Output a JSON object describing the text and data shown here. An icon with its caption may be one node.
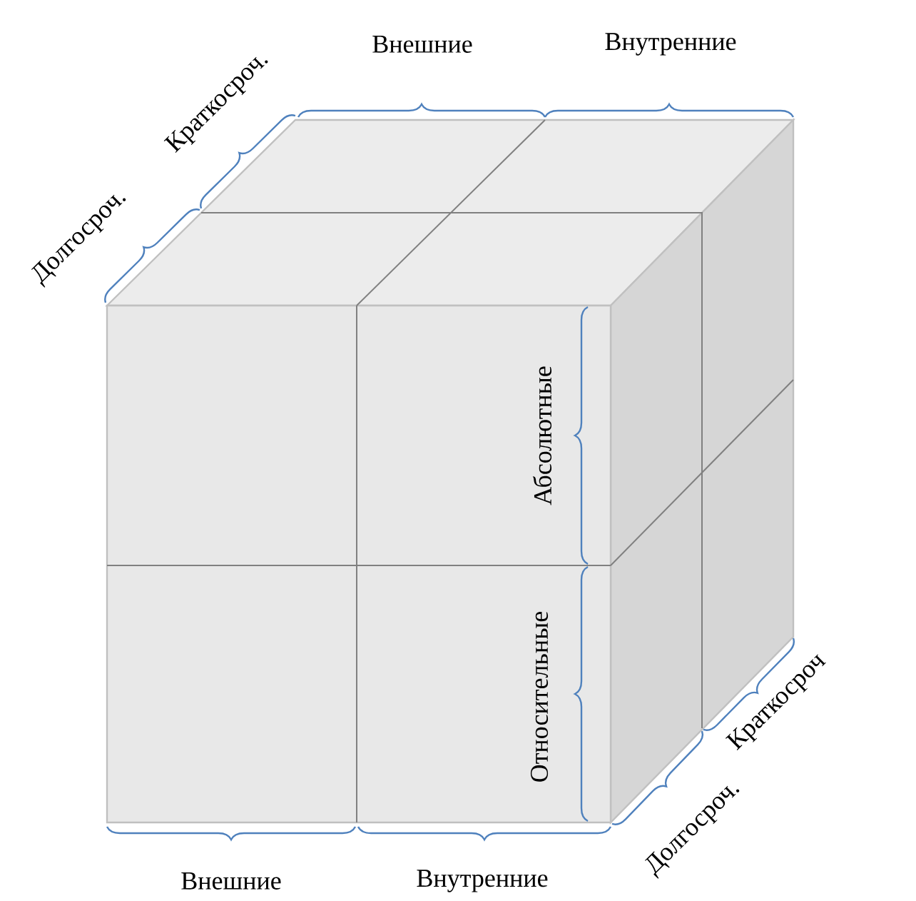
{
  "diagram": {
    "labels": [
      "Внешние",
      "Внутренние",
      "Долгосроч.",
      "Краткосроч.",
      "Абсолютные",
      "Относительные",
      "Долгосроч.",
      "Краткосроч",
      "Внешние",
      "Внутренние"
    ]
  }
}
